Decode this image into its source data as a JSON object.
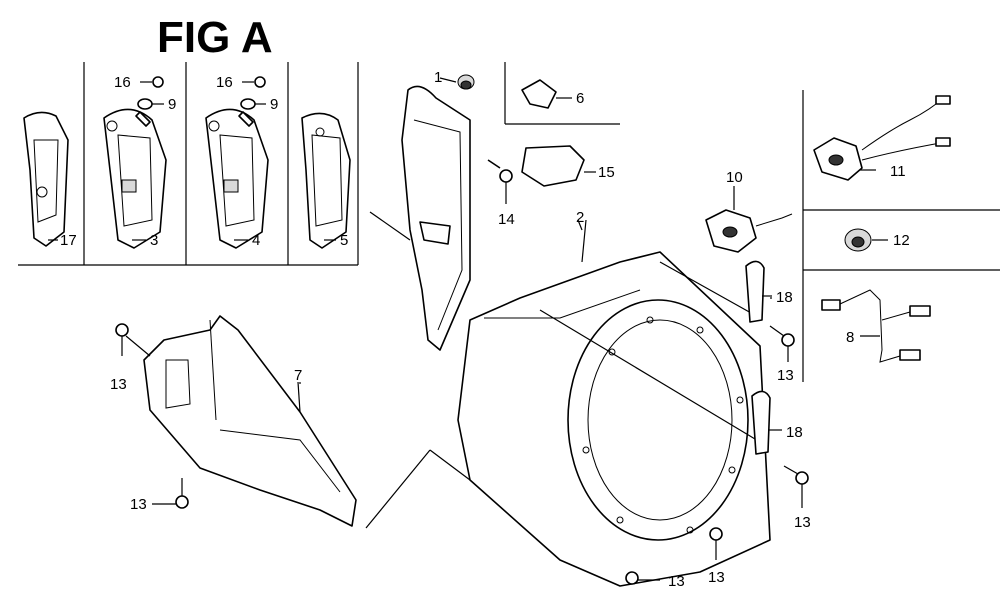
{
  "figure": {
    "title": "FIG A"
  },
  "callouts": {
    "c1": "1",
    "c2": "2",
    "c3": "3",
    "c4": "4",
    "c5": "5",
    "c6": "6",
    "c7": "7",
    "c8": "8",
    "c9a": "9",
    "c9b": "9",
    "c10": "10",
    "c11": "11",
    "c12": "12",
    "c13a": "13",
    "c13b": "13",
    "c13c": "13",
    "c13d": "13",
    "c13e": "13",
    "c13f": "13",
    "c14": "14",
    "c15": "15",
    "c16a": "16",
    "c16b": "16",
    "c17": "17",
    "c18a": "18",
    "c18b": "18"
  }
}
